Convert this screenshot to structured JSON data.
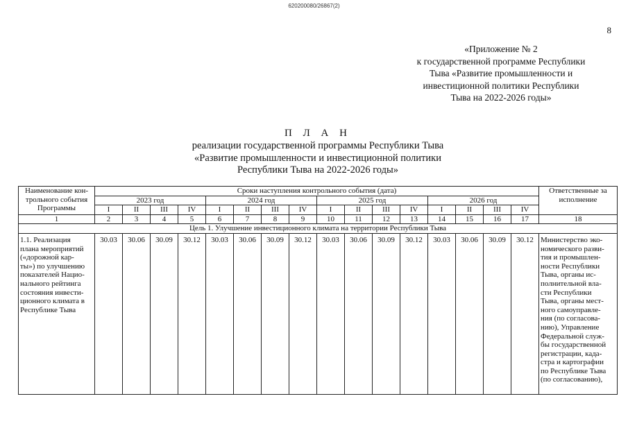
{
  "doc_id": "620200080/26867(2)",
  "page_number": "8",
  "appendix": {
    "lines": [
      "«Приложение № 2",
      "к государственной программе Республики",
      "Тыва «Развитие промышленности и",
      "инвестиционной политики Республики",
      "Тыва на 2022-2026 годы»"
    ]
  },
  "plan": {
    "heading": "П Л А Н",
    "lines": [
      "реализации государственной программы Республики Тыва",
      "«Развитие промышленности и инвестиционной политики",
      "Республики Тыва на 2022-2026 годы»"
    ]
  },
  "table": {
    "header_name": [
      "Наименование кон-",
      "трольного события",
      "Программы"
    ],
    "header_deadlines": "Сроки наступления контрольного события (дата)",
    "header_responsible": [
      "Ответственные за",
      "исполнение"
    ],
    "years": [
      "2023 год",
      "2024 год",
      "2025 год",
      "2026 год"
    ],
    "quarters": [
      "I",
      "II",
      "III",
      "IV"
    ],
    "column_numbers": [
      "1",
      "2",
      "3",
      "4",
      "5",
      "6",
      "7",
      "8",
      "9",
      "10",
      "11",
      "12",
      "13",
      "14",
      "15",
      "16",
      "17",
      "18"
    ],
    "goal": "Цель 1. Улучшение инвестиционного климата на территории Республики Тыва",
    "rows": [
      {
        "name_lines": [
          "1.1. Реализация",
          "плана мероприятий",
          "(«дорожной кар-",
          "ты») по улучшению",
          "показателей Нацио-",
          "нального рейтинга",
          "состояния инвести-",
          "ционного климата в",
          "Республике Тыва"
        ],
        "dates": [
          "30.03",
          "30.06",
          "30.09",
          "30.12",
          "30.03",
          "30.06",
          "30.09",
          "30.12",
          "30.03",
          "30.06",
          "30.09",
          "30.12",
          "30.03",
          "30.06",
          "30.09",
          "30.12"
        ],
        "responsible_lines": [
          "Министерство эко-",
          "номического разви-",
          "тия и промышлен-",
          "ности Республики",
          "Тыва, органы ис-",
          "полнительной вла-",
          "сти Республики",
          "Тыва, органы мест-",
          "ного самоуправле-",
          "ния (по согласова-",
          "нию), Управление",
          "Федеральной служ-",
          "бы государственной",
          "регистрации, када-",
          "стра и картографии",
          "по Республике Тыва",
          "(по согласованию),"
        ]
      }
    ]
  }
}
